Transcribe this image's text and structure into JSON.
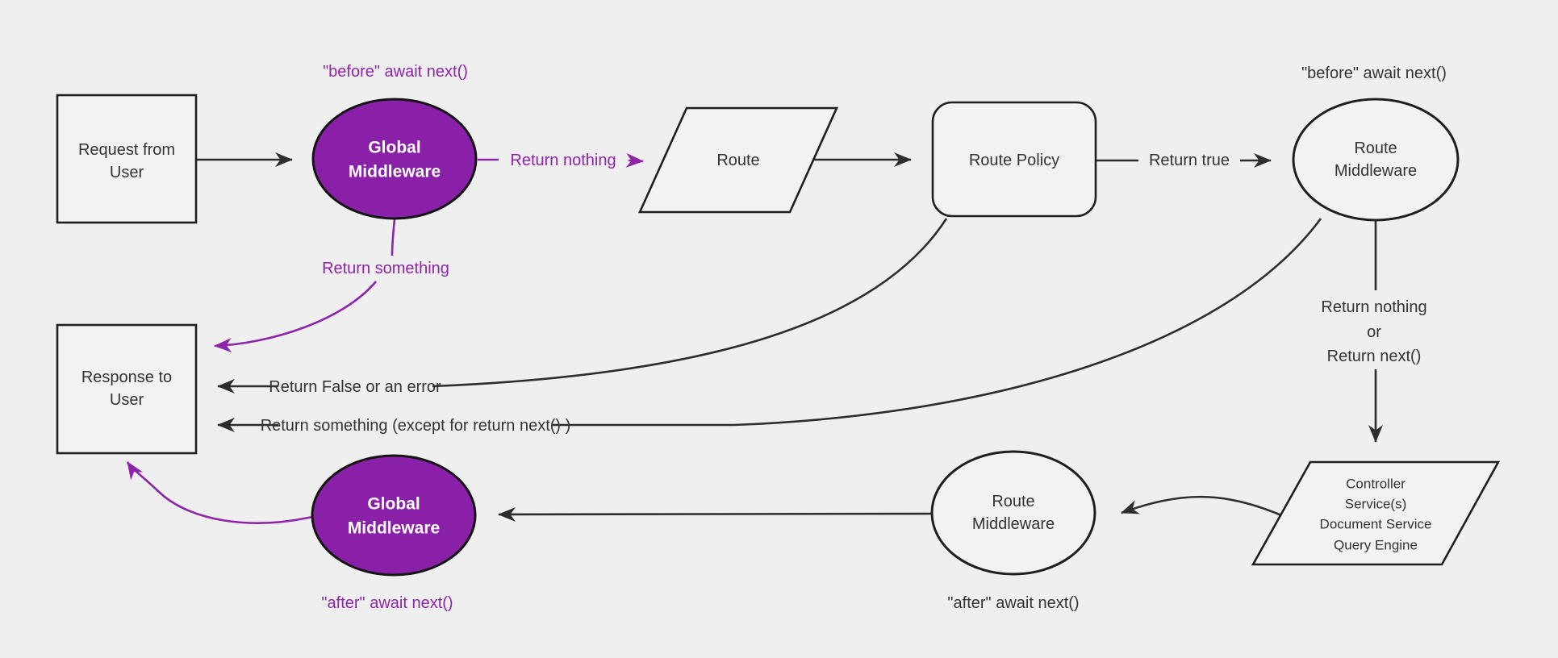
{
  "colors": {
    "background": "#efefef",
    "node_fill": "#f2f2f2",
    "node_stroke": "#1f1f1f",
    "connector": "#2d2d2d",
    "purple_fill": "#8a1fa8",
    "purple_accent": "#8e24aa",
    "text": "#333333"
  },
  "nodes": {
    "request": {
      "lines": [
        "Request from",
        "User"
      ]
    },
    "global_middleware_top": {
      "lines": [
        "Global",
        "Middleware"
      ]
    },
    "route": {
      "label": "Route"
    },
    "route_policy": {
      "label": "Route Policy"
    },
    "route_middleware_top": {
      "lines": [
        "Route",
        "Middleware"
      ]
    },
    "controller": {
      "lines": [
        "Controller",
        "Service(s)",
        "Document Service",
        "Query Engine"
      ]
    },
    "route_middleware_bottom": {
      "lines": [
        "Route",
        "Middleware"
      ]
    },
    "global_middleware_bottom": {
      "lines": [
        "Global",
        "Middleware"
      ]
    },
    "response": {
      "lines": [
        "Response to",
        "User"
      ]
    }
  },
  "labels": {
    "before_await_left": "\"before\" await next()",
    "before_await_right": "\"before\" await next()",
    "after_await_left": "\"after\" await next()",
    "after_await_right": "\"after\" await next()",
    "return_nothing": "Return nothing",
    "return_true": "Return true",
    "return_something": "Return something",
    "return_false_error": "Return False or an error",
    "return_something_except": "Return something (except for return next() )",
    "return_nothing_or": [
      "Return nothing",
      "or",
      "Return next()"
    ]
  }
}
